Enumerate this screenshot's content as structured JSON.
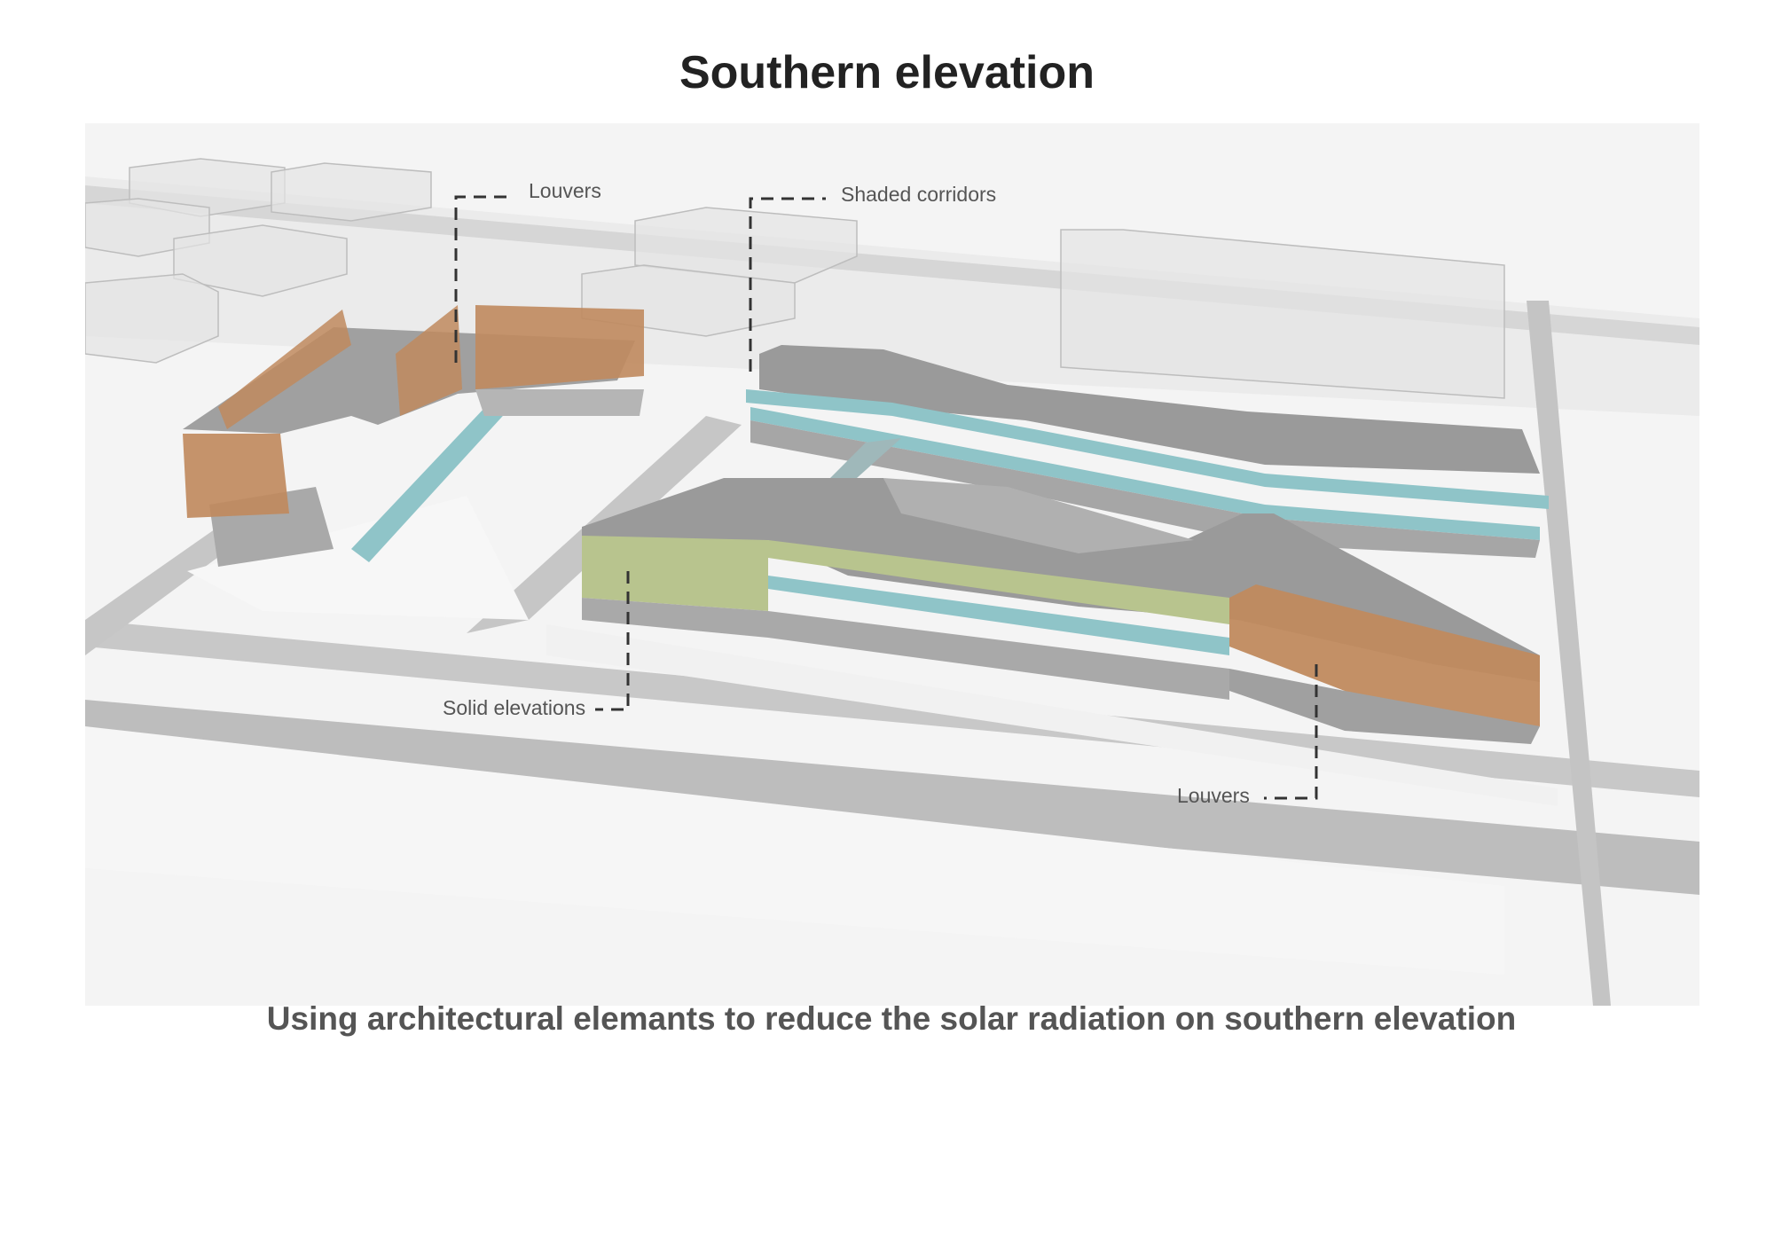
{
  "title": "Southern elevation",
  "caption": "Using architectural elemants to reduce the solar radiation on southern elevation",
  "annotations": {
    "louvers_top": "Louvers",
    "shaded_corridors": "Shaded corridors",
    "solid_elevations": "Solid elevations",
    "louvers_bottom": "Louvers"
  },
  "colors": {
    "louver": "#c08a5e",
    "corridor": "#8fc4c8",
    "solid_elevation": "#b8c48e",
    "roof": "#9a9a9a",
    "road": "#b9b9b9",
    "ground": "#ececec"
  }
}
